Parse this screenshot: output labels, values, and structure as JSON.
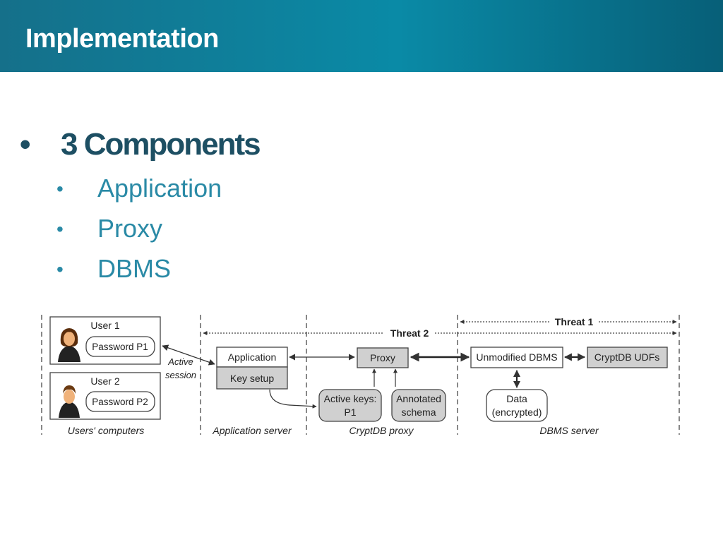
{
  "header": {
    "title": "Implementation"
  },
  "bullets": {
    "main": {
      "marker": "•",
      "label": "3 Components"
    },
    "items": [
      {
        "marker": "•",
        "label": "Application"
      },
      {
        "marker": "•",
        "label": "Proxy"
      },
      {
        "marker": "•",
        "label": "DBMS"
      }
    ]
  },
  "diagram": {
    "users": [
      {
        "name": "User 1",
        "password": "Password P1"
      },
      {
        "name": "User 2",
        "password": "Password P2"
      }
    ],
    "active_session": [
      "Active",
      "session"
    ],
    "application": "Application",
    "key_setup": "Key setup",
    "proxy": "Proxy",
    "active_keys": [
      "Active keys:",
      "P1"
    ],
    "annotated_schema": [
      "Annotated",
      "schema"
    ],
    "unmodified_dbms": "Unmodified DBMS",
    "cryptdb_udfs": "CryptDB UDFs",
    "data": [
      "Data",
      "(encrypted)"
    ],
    "threat1": "Threat 1",
    "threat2": "Threat 2",
    "regions": {
      "users_computers": "Users' computers",
      "application_server": "Application server",
      "cryptdb_proxy": "CryptDB proxy",
      "dbms_server": "DBMS server"
    }
  },
  "colors": {
    "header_start": "#15708a",
    "header_end": "#075f78",
    "heading_text": "#1d4f63",
    "sub_bullet_text": "#2a8aa6",
    "shaded_box": "#d0d0d0"
  }
}
